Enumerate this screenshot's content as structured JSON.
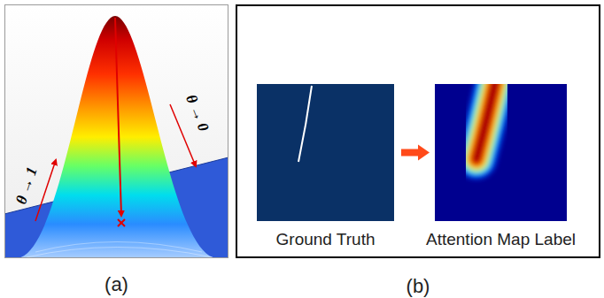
{
  "diagram": {
    "nodes": [
      {
        "text": [
          "(a)"
        ]
      },
      {
        "text": [
          "(b)"
        ]
      },
      {
        "text": [
          "Ground Truth"
        ],
        "in": 1
      },
      {
        "text": [
          "Attention Map Label"
        ],
        "in": 1
      }
    ],
    "edges": [
      {
        "from": 2,
        "to": 3,
        "arrow": "to"
      }
    ],
    "labels": [
      "θ → 1",
      "θ → 0"
    ]
  }
}
